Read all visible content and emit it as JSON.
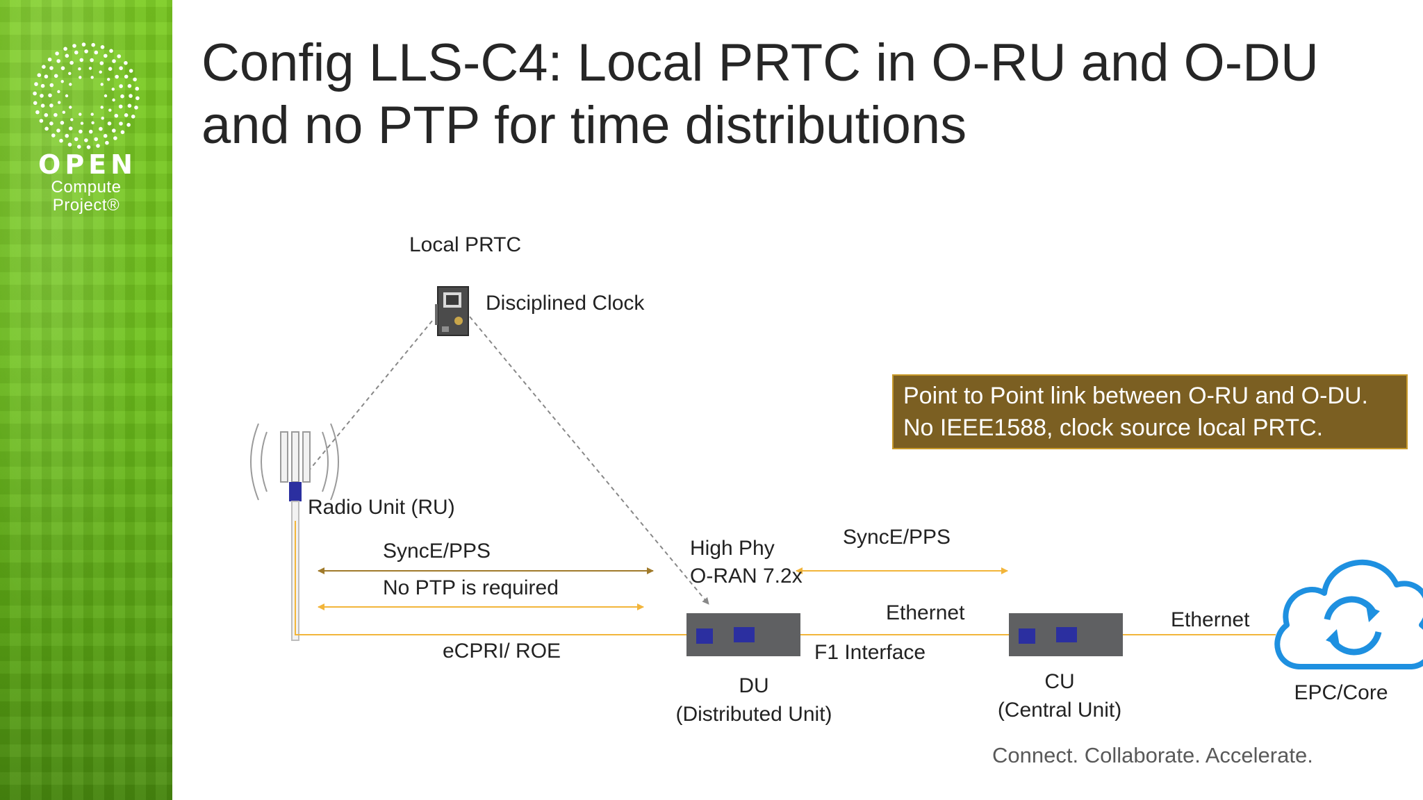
{
  "sidebar": {
    "brand_word": "OPEN",
    "brand_sub_1": "Compute",
    "brand_sub_2": "Project®"
  },
  "title": {
    "line1": "Config LLS-C4: Local PRTC in O-RU and O-DU",
    "line2": "and no PTP for time distributions"
  },
  "diagram": {
    "local_prtc": "Local PRTC",
    "disciplined_clock": "Disciplined Clock",
    "radio_unit": "Radio Unit (RU)",
    "synce_pps_left": "SyncE/PPS",
    "no_ptp": "No PTP is required",
    "ecpri": "eCPRI/ ROE",
    "high_phy": "High Phy",
    "oran": "O-RAN 7.2x",
    "synce_pps_right": "SyncE/PPS",
    "ethernet_1": "Ethernet",
    "f1": "F1 Interface",
    "du_name": "DU",
    "du_desc": "(Distributed Unit)",
    "cu_name": "CU",
    "cu_desc": "(Central Unit)",
    "ethernet_2": "Ethernet",
    "epc": "EPC/Core",
    "note_line1": "Point to Point link between O-RU and O-DU.",
    "note_line2": "No IEEE1588, clock source local PRTC."
  },
  "footer": {
    "tagline": "Connect. Collaborate. Accelerate."
  },
  "colors": {
    "sidebar_green": "#6fc21c",
    "note_bg": "#7b5f22",
    "link_orange": "#f2b53a",
    "arrow_brown": "#a07a2a",
    "box_gray": "#5f6062",
    "port_blue": "#2b2fa0",
    "cloud_blue": "#1e90e0"
  }
}
